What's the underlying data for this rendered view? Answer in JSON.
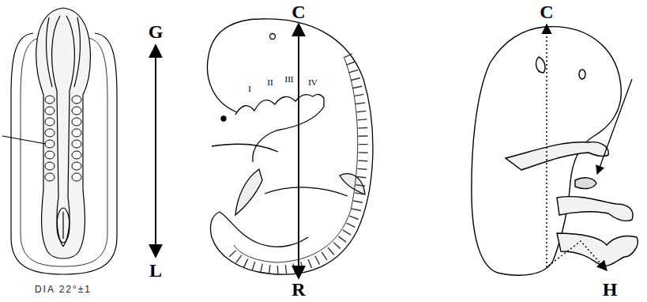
{
  "diagram": {
    "labels": [
      "DIA 22°±1",
      "G",
      "L",
      "C",
      "I",
      "II",
      "III",
      "IV",
      "R",
      "C",
      "H"
    ]
  }
}
